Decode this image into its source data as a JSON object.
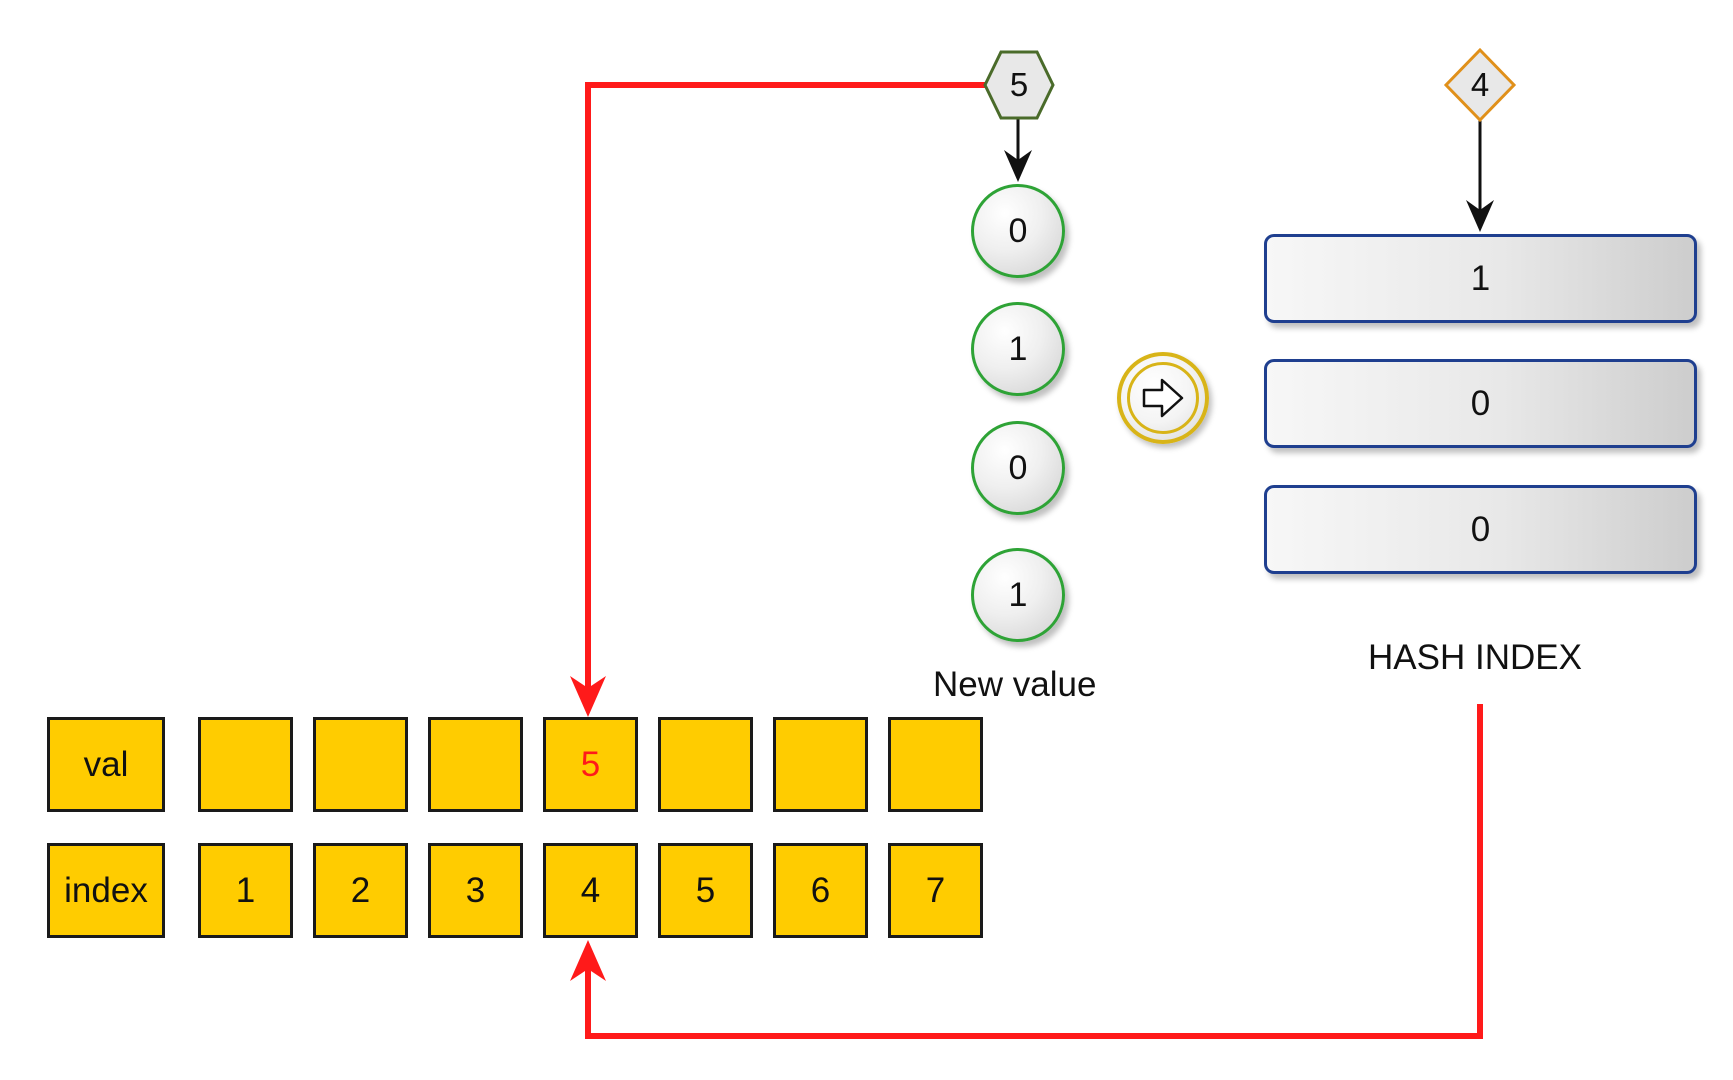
{
  "colors": {
    "cell_fill": "#ffcc00",
    "highlight_text": "#ff1a1a",
    "connector_red": "#ff1a1a",
    "circle_border": "#2ea336",
    "hash_border": "#1f3f8f",
    "hexagon_border": "#4a6b2a",
    "diamond_border": "#e0901a",
    "arrow_button_border": "#d8b418"
  },
  "array": {
    "val_label": "val",
    "index_label": "index",
    "values": [
      "",
      "",
      "",
      "5",
      "",
      "",
      ""
    ],
    "indices": [
      "1",
      "2",
      "3",
      "4",
      "5",
      "6",
      "7"
    ]
  },
  "new_value": {
    "hexagon_value": "5",
    "bits": [
      "0",
      "1",
      "0",
      "1"
    ],
    "caption": "New value"
  },
  "hash": {
    "diamond_value": "4",
    "bits": [
      "1",
      "0",
      "0"
    ],
    "caption": "HASH INDEX"
  },
  "arrow_button_icon": "right-arrow-icon"
}
